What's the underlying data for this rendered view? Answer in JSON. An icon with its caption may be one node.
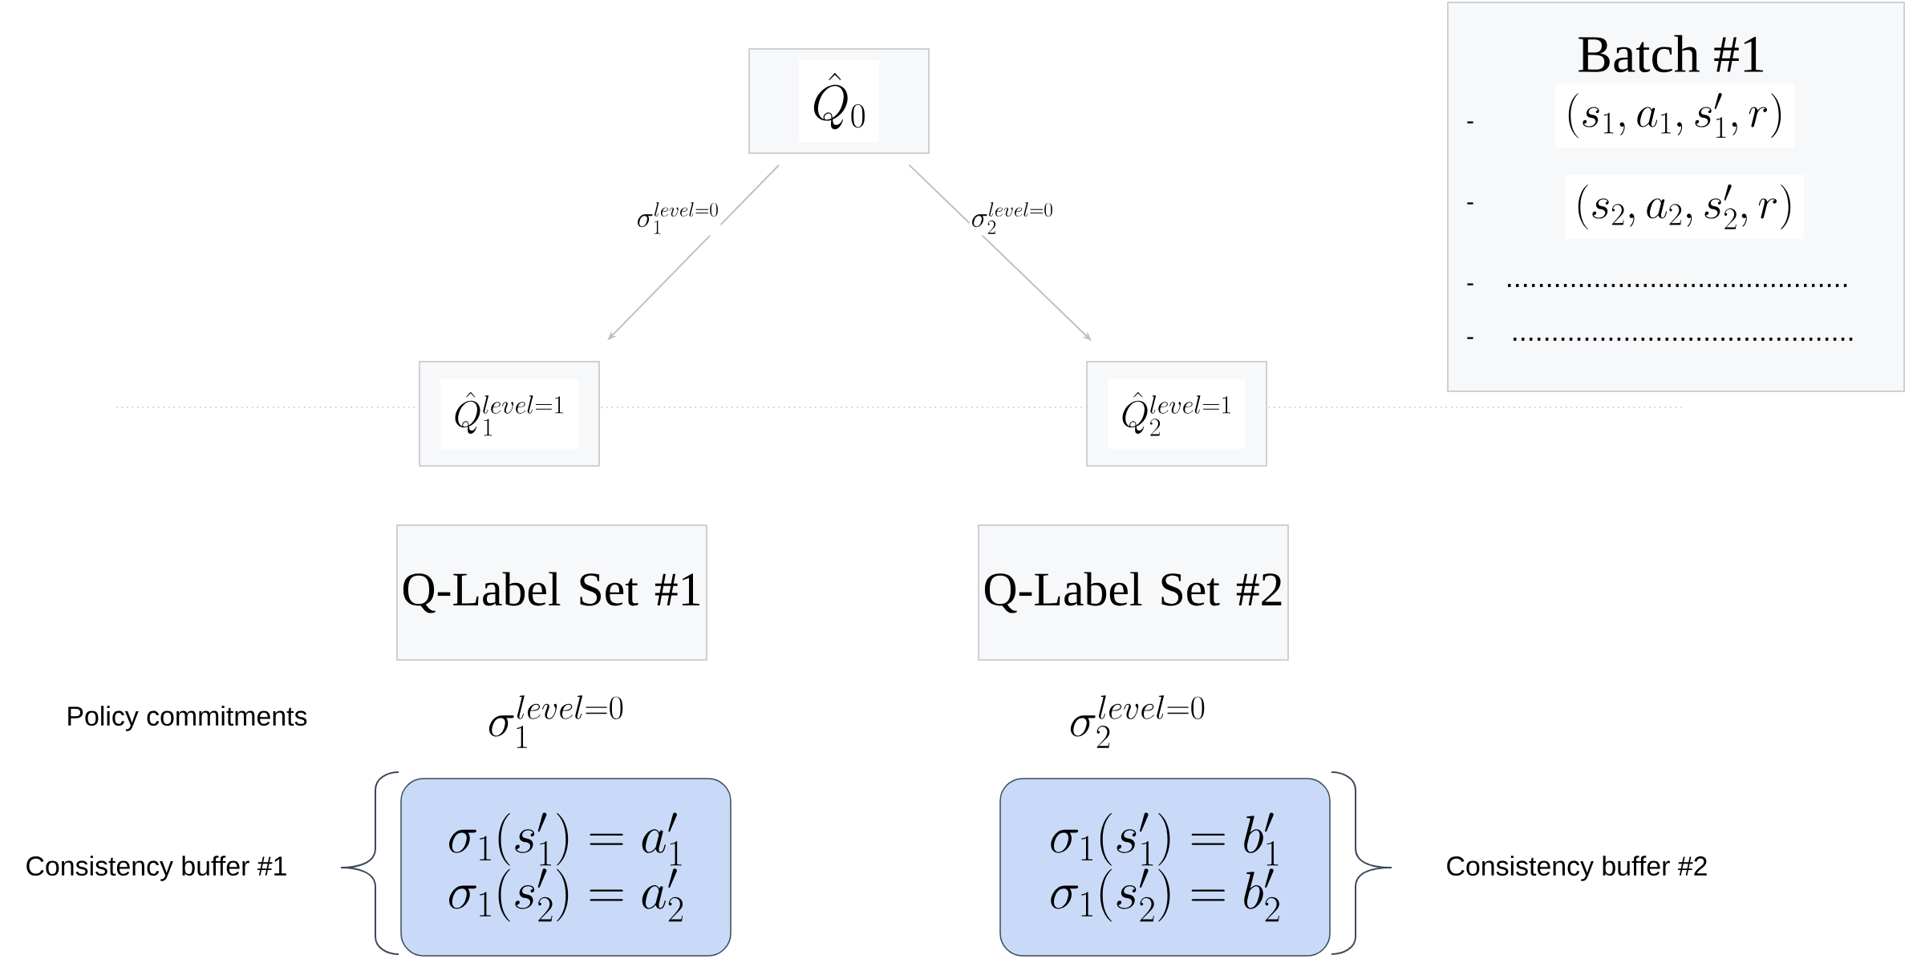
{
  "diagram": {
    "nodes": [
      {
        "text": [
          "\\hat{Q}_0"
        ]
      },
      {
        "text": [
          "\\hat{Q}_1^{level=1}"
        ]
      },
      {
        "text": [
          "\\hat{Q}_2^{level=1}"
        ]
      },
      {
        "text": [
          "Q-Label Set #1"
        ]
      },
      {
        "text": [
          "Q-Label Set #2"
        ]
      },
      {
        "text": [
          "\\sigma_1(s'_1) = a'_1",
          "\\sigma_1(s'_2) = a'_2"
        ]
      },
      {
        "text": [
          "\\sigma_1(s'_1) = b'_1",
          "\\sigma_1(s'_2) = b'_2"
        ]
      },
      {
        "text": [
          "Batch #1",
          "-",
          "(s_1, a_1, s'_1, r)",
          "-",
          "(s_2, a_2, s'_2, r)",
          "-",
          "...........................................",
          "-",
          "..........................................."
        ]
      }
    ],
    "edges": [
      {
        "from": 0,
        "to": 1,
        "arrow": "to",
        "label": "\\sigma_1^{level=0}"
      },
      {
        "from": 0,
        "to": 2,
        "arrow": "to",
        "label": "\\sigma_2^{level=0}"
      }
    ],
    "labels": [
      "Policy commitments",
      "\\sigma_1^{level=0}",
      "\\sigma_2^{level=0}",
      "Consistency buffer #1",
      "Consistency buffer #2"
    ]
  }
}
